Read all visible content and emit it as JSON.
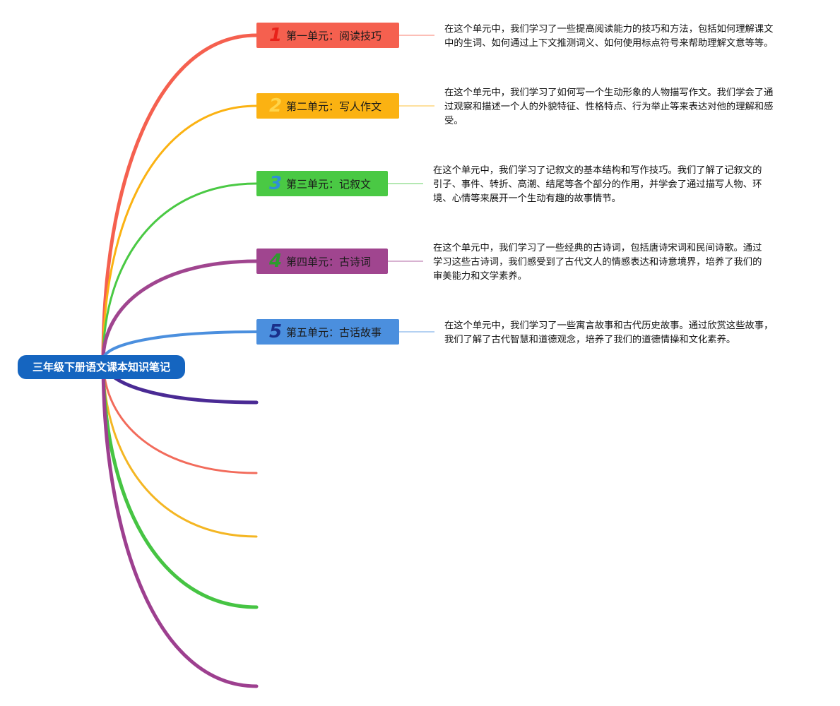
{
  "root": {
    "title": "三年级下册语文课本知识笔记"
  },
  "topics": [
    {
      "number": "1",
      "label": "第一单元：阅读技巧",
      "color": "#f5604f",
      "number_color": "#e8221a",
      "description": "在这个单元中，我们学习了一些提高阅读能力的技巧和方法，包括如何理解课文\n中的生词、如何通过上下文推测词义、如何使用标点符号来帮助理解文意等等。"
    },
    {
      "number": "2",
      "label": "第二单元：写人作文",
      "color": "#fbb212",
      "number_color": "#ffd54a",
      "description": "在这个单元中，我们学习了如何写一个生动形象的人物描写作文。我们学会了通\n过观察和描述一个人的外貌特征、性格特点、行为举止等来表达对他的理解和感\n受。"
    },
    {
      "number": "3",
      "label": "第三单元：记叙文",
      "color": "#4ac944",
      "number_color": "#2f8fd6",
      "description": "在这个单元中，我们学习了记叙文的基本结构和写作技巧。我们了解了记叙文的\n引子、事件、转折、高潮、结尾等各个部分的作用，并学会了通过描写人物、环\n境、心情等来展开一个生动有趣的故事情节。"
    },
    {
      "number": "4",
      "label": "第四单元：古诗词",
      "color": "#a0458f",
      "number_color": "#2e9a2e",
      "description": "在这个单元中，我们学习了一些经典的古诗词，包括唐诗宋词和民间诗歌。通过\n学习这些古诗词，我们感受到了古代文人的情感表达和诗意境界，培养了我们的\n审美能力和文学素养。"
    },
    {
      "number": "5",
      "label": "第五单元：古话故事",
      "color": "#4b8fde",
      "number_color": "#1a2f8a",
      "description": "在这个单元中，我们学习了一些寓言故事和古代历史故事。通过欣赏这些故事，\n我们了解了古代智慧和道德观念，培养了我们的道德情操和文化素养。"
    }
  ],
  "extra_branch_colors": [
    "#4a2a94",
    "#f26b5b",
    "#f4b623",
    "#46c443",
    "#9d3f8f"
  ]
}
